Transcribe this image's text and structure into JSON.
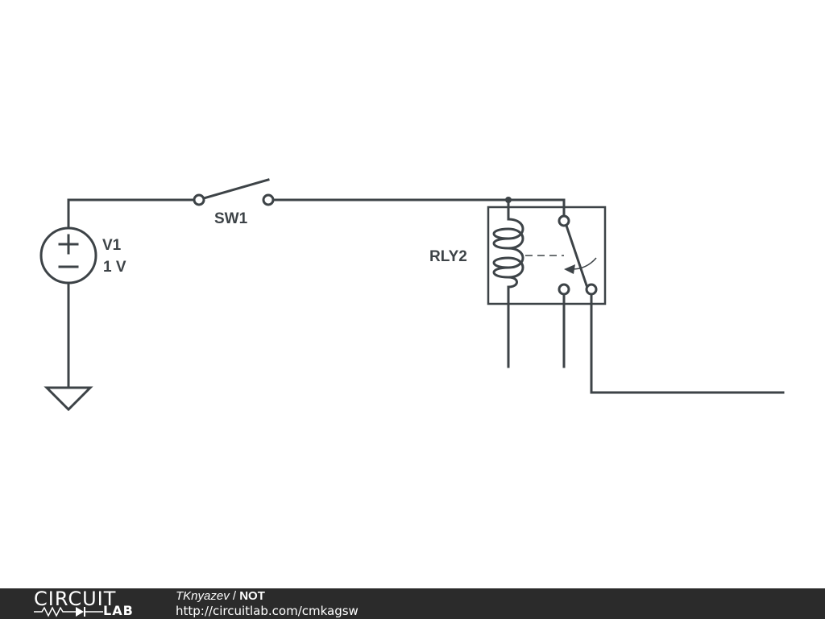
{
  "components": {
    "source": {
      "name": "V1",
      "value": "1 V"
    },
    "switch": {
      "name": "SW1"
    },
    "relay": {
      "name": "RLY2"
    }
  },
  "footer": {
    "logo_top": "CIRCUIT",
    "logo_bottom": "LAB",
    "author": "TKnyazev",
    "separator": "/",
    "title": "NOT",
    "url": "http://circuitlab.com/cmkagsw"
  },
  "colors": {
    "wire": "#3d4347",
    "footer_bg": "#2b2b2b",
    "footer_text": "#ffffff"
  }
}
